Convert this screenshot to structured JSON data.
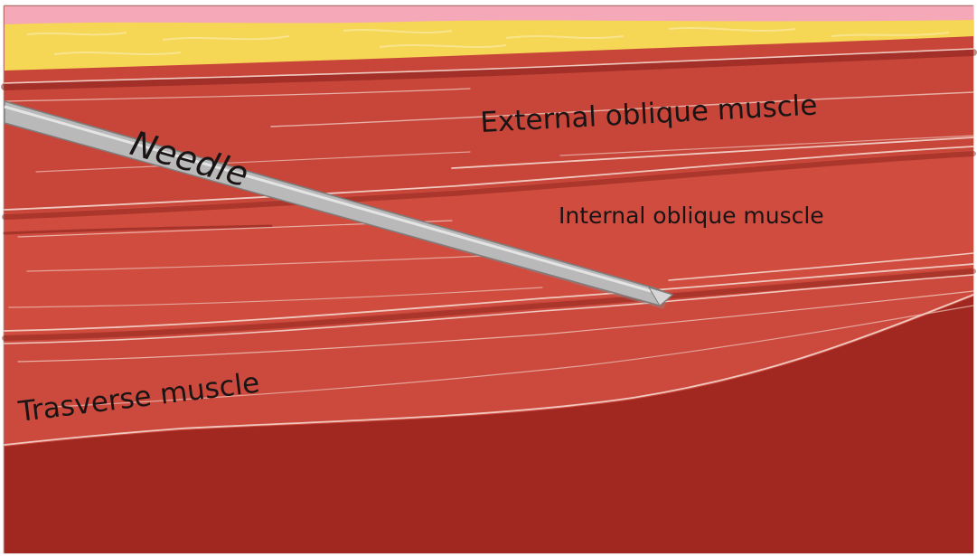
{
  "layers": [
    {
      "name": "skin",
      "color": "#f4a8b8"
    },
    {
      "name": "subcutaneous fat",
      "color": "#f6d655"
    },
    {
      "name": "external oblique muscle",
      "color": "#c74539"
    },
    {
      "name": "internal oblique muscle",
      "color": "#cf4c3f"
    },
    {
      "name": "transverse muscle",
      "color": "#cc4a3d"
    },
    {
      "name": "deep tissue",
      "color": "#a12820"
    }
  ],
  "needle": {
    "label": "Needle",
    "color": "#b9b9b9"
  },
  "labels": {
    "external_oblique": "External oblique muscle",
    "internal_oblique": "Internal oblique muscle",
    "transverse": "Trasverse muscle"
  }
}
